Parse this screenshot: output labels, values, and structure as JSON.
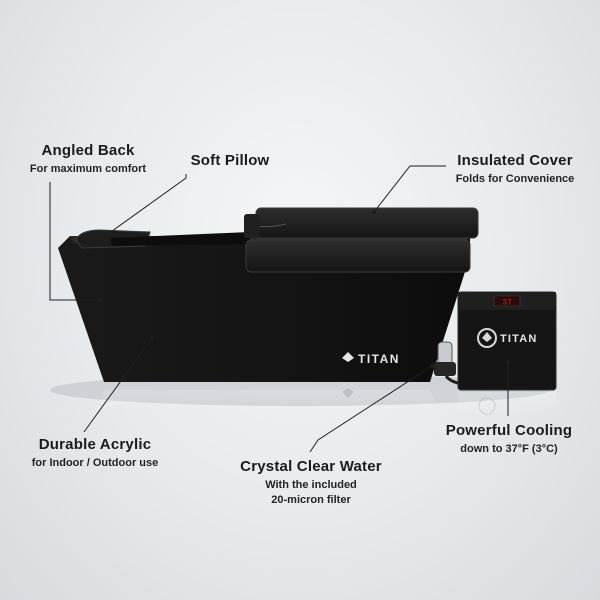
{
  "labels": {
    "angled_back": {
      "title": "Angled Back",
      "subtitle": "For maximum comfort"
    },
    "soft_pillow": {
      "title": "Soft Pillow"
    },
    "insulated_cover": {
      "title": "Insulated Cover",
      "subtitle": "Folds for Convenience"
    },
    "durable_acrylic": {
      "title": "Durable Acrylic",
      "subtitle": "for Indoor / Outdoor use"
    },
    "crystal_clear_water": {
      "title": "Crystal Clear Water",
      "subtitle_line1": "With the included",
      "subtitle_line2": "20-micron filter"
    },
    "powerful_cooling": {
      "title": "Powerful Cooling",
      "subtitle": "down to 37°F (3°C)"
    }
  },
  "brand": {
    "tub_logo": "TITAN",
    "chiller_logo": "TITAN",
    "chiller_display": "37"
  },
  "colors": {
    "tub": "#141414",
    "cover": "#1c1c1c",
    "chiller_display": "#d02020"
  }
}
